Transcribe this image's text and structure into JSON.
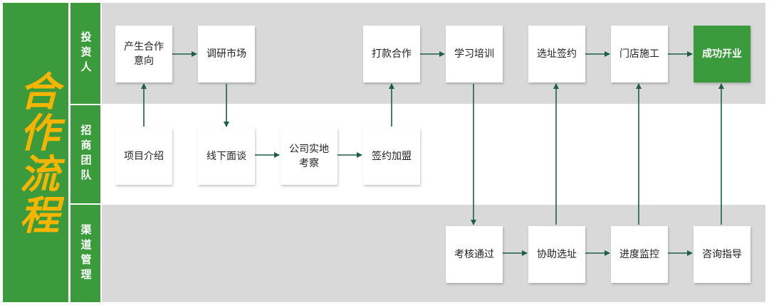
{
  "title": "合作流程",
  "roles": {
    "investor": "投资人",
    "recruiting": "招商团队",
    "channel": "渠道管理"
  },
  "nodes": {
    "intent": "产生合作意向",
    "research": "调研市场",
    "payment": "打款合作",
    "training": "学习培训",
    "site_sign": "选址签约",
    "construction": "门店施工",
    "opening": "成功开业",
    "intro": "项目介绍",
    "offline": "线下面谈",
    "inspect": "公司实地考察",
    "join": "签约加盟",
    "assess": "考核通过",
    "site_help": "协助选址",
    "monitor": "进度监控",
    "consult": "咨询指导"
  },
  "colors": {
    "accent_green": "#3b9b3c",
    "title_yellow": "#f5b400",
    "lane_gray": "#d9d9d9",
    "arrow": "#1e5c4c"
  }
}
